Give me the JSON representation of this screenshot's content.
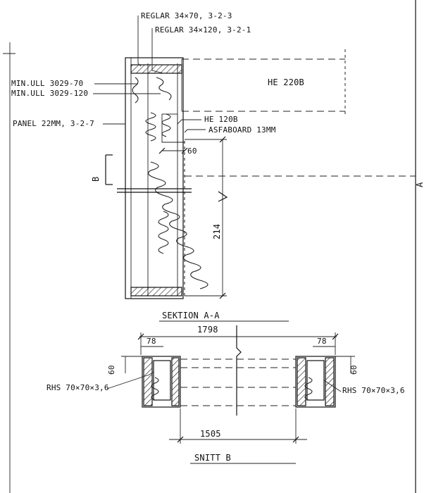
{
  "section_a": {
    "reglar_1": "REGLAR 34×70, 3-2-3",
    "reglar_2": "REGLAR 34×120, 3-2-1",
    "min_ull_1": "MIN.ULL 3029-70",
    "min_ull_2": "MIN.ULL 3029-120",
    "panel": "PANEL 22MM, 3-2-7",
    "he_220b": "HE 220B",
    "he_120b": "HE 120B",
    "asfaboard": "ASFABOARD 13MM",
    "dim_60": "60",
    "dim_214": "214",
    "marker_b": "B",
    "marker_a": "A",
    "title": "SEKTION A-A"
  },
  "section_b": {
    "dim_total": "1798",
    "dim_left_78": "78",
    "dim_right_78": "78",
    "dim_left_60": "60",
    "dim_right_60": "60",
    "rhs_left": "RHS 70×70×3,6",
    "rhs_right": "RHS 70×70×3,6",
    "dim_inner": "1505",
    "title": "SNITT B"
  }
}
